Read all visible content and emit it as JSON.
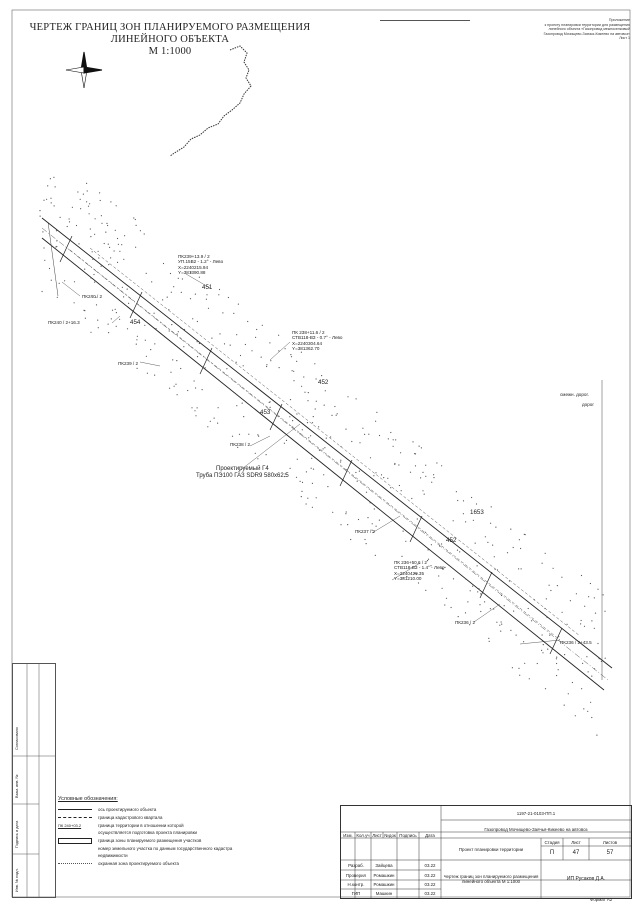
{
  "title_line1": "ЧЕРТЕЖ ГРАНИЦ ЗОН ПЛАНИРУЕМОГО РАЗМЕЩЕНИЯ ЛИНЕЙНОГО ОБЪЕКТА",
  "title_line2": "М 1:1000",
  "corner_note": [
    "Приложение",
    "к проекту планировки территории для размещения",
    "линейного объекта «Газопровод межпоселковый",
    "Газопровод Мочищево-Заячья-Кикеево на автовоз»",
    "Лист 1"
  ],
  "labels": {
    "pk239_left": "ПК239+13.9 / 2",
    "pk239_l2": "УП.15В2 - 1.2° - Лево",
    "pk239_l3": "Х=2240215.94",
    "pk239_l4": "Y=381390.88",
    "pk240_2": "ПК240 / 2",
    "pk240_2b": "ПК240 / 2+16.3",
    "pk239_2": "ПК239 / 2",
    "pk238_2": "ПК238 / 2",
    "pk237_2": "ПК237 / 2",
    "pk236_2": "ПК236 / 2",
    "pk236b_2": "ПК236 / 2+43.5",
    "pk238_right": "ПК 238+11.6 / 2",
    "pk238_r2": "СТВ118-ВЗ - 0.7° - Лево",
    "pk238_r3": "Х=2240304.64",
    "pk238_r4": "Y=381362.70",
    "pk236_right": "ПК 236+50.6 / 2",
    "pk236_r2": "СТВ118-ВЗ - 1.4° - Лево",
    "pk236_r3": "Х=2240429.35",
    "pk236_r4": "Y=381210.00",
    "n451": "451",
    "n452": "452",
    "n453": "453",
    "n454": "454",
    "n452b": "452",
    "n453b": "1653",
    "proj_gas_1": "Проектируемый Г4",
    "proj_gas_2": "Труба ПЭ100 ГАЗ SDR9 580х62.5",
    "road_right": "смежн. дорог.",
    "road_right2": "дорог"
  },
  "legend": {
    "heading": "Условные обозначения:",
    "items": [
      "ось проектируемого объекта",
      "граница кадастрового квартала",
      "граница территории в отношении которой",
      "осуществляется подготовка проекта планировки",
      "граница зоны планируемого размещения участков",
      "номер земельного участка по данным государственного кадастра",
      "недвижимости",
      "охранная зона проектируемого объекта"
    ],
    "note_label": "ПК 240+03.2"
  },
  "stamp": {
    "doc_code": "1197-21-0103-ПП.1",
    "object": "Газопровод Мочищево-Заячья-Кикеево на автовоз",
    "stage_title": "Проект планировки территории",
    "col_stage": "Стадия",
    "col_sheet": "Лист",
    "col_sheets": "Листов",
    "stage": "П",
    "sheet": "47",
    "sheets": "57",
    "drawing_title": "Чертеж границ зон планируемого размещения линейного объекта М 1:1000",
    "org": "ИП Русаков Д.А.",
    "hdr": [
      "Изм.",
      "Кол.уч",
      "Лист",
      "№док",
      "Подпись",
      "Дата"
    ],
    "rows": [
      {
        "role": "Разраб.",
        "name": "Зайцева",
        "date": "03.22"
      },
      {
        "role": "Проверил",
        "name": "Ромашкин",
        "date": "03.22"
      },
      {
        "role": "Н.контр.",
        "name": "Ромашкин",
        "date": "03.22"
      },
      {
        "role": "ГИП",
        "name": "Машкин",
        "date": "03.22"
      }
    ]
  },
  "left_strip": [
    "Согласовано",
    "Взам. инв. №",
    "Подпись и дата",
    "Инв. № подл."
  ],
  "format": "Формат А2"
}
